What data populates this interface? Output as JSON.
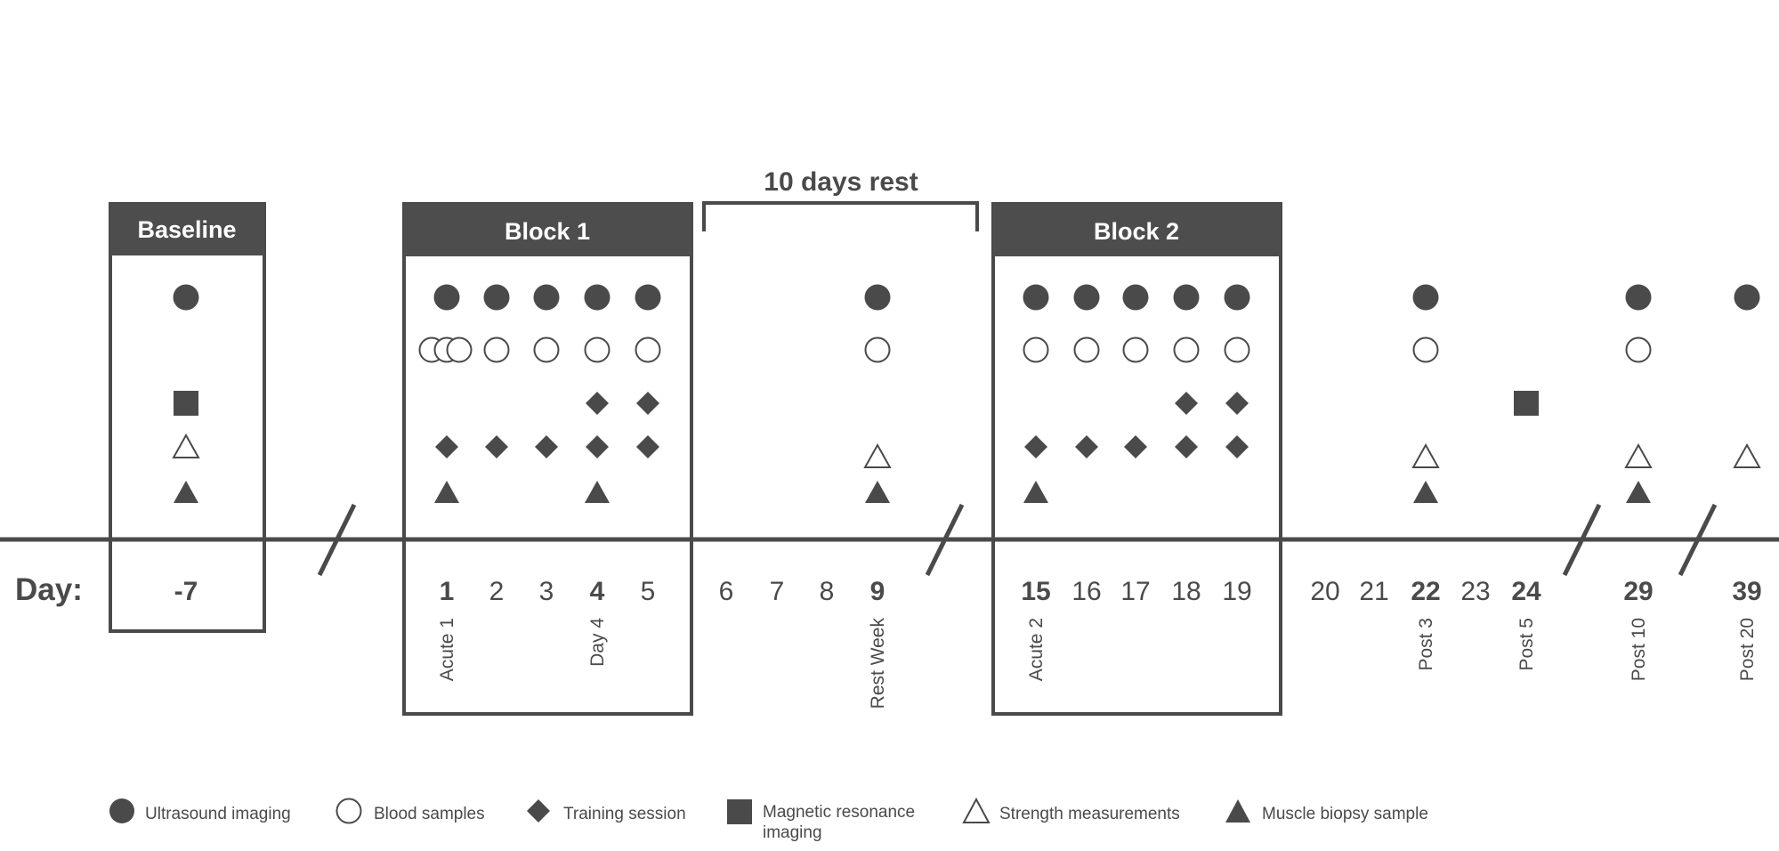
{
  "colors": {
    "ink": "#4a4a4a",
    "header_fill": "#4d4d4d",
    "background": "#ffffff"
  },
  "headers": {
    "baseline": "Baseline",
    "block1": "Block 1",
    "block2": "Block 2",
    "rest": "10 days rest"
  },
  "day_label": "Day:",
  "days": [
    {
      "label": "-7",
      "bold": true
    },
    {
      "label": "1",
      "bold": true
    },
    {
      "label": "2",
      "bold": false
    },
    {
      "label": "3",
      "bold": false
    },
    {
      "label": "4",
      "bold": true
    },
    {
      "label": "5",
      "bold": false
    },
    {
      "label": "6",
      "bold": false
    },
    {
      "label": "7",
      "bold": false
    },
    {
      "label": "8",
      "bold": false
    },
    {
      "label": "9",
      "bold": true
    },
    {
      "label": "15",
      "bold": true
    },
    {
      "label": "16",
      "bold": false
    },
    {
      "label": "17",
      "bold": false
    },
    {
      "label": "18",
      "bold": false
    },
    {
      "label": "19",
      "bold": false
    },
    {
      "label": "20",
      "bold": false
    },
    {
      "label": "21",
      "bold": false
    },
    {
      "label": "22",
      "bold": true
    },
    {
      "label": "23",
      "bold": false
    },
    {
      "label": "24",
      "bold": true
    },
    {
      "label": "29",
      "bold": true
    },
    {
      "label": "39",
      "bold": true
    }
  ],
  "day_notes": [
    {
      "day": "1",
      "text": "Acute 1"
    },
    {
      "day": "4",
      "text": "Day 4"
    },
    {
      "day": "9",
      "text": "Rest Week"
    },
    {
      "day": "15",
      "text": "Acute 2"
    },
    {
      "day": "22",
      "text": "Post 3"
    },
    {
      "day": "24",
      "text": "Post 5"
    },
    {
      "day": "29",
      "text": "Post 10"
    },
    {
      "day": "39",
      "text": "Post 20"
    }
  ],
  "events": [
    {
      "day": "-7",
      "items": [
        "ultrasound",
        "mri",
        "strength",
        "biopsy"
      ]
    },
    {
      "day": "1",
      "items": [
        "ultrasound",
        "blood-x3",
        "training",
        "biopsy"
      ]
    },
    {
      "day": "2",
      "items": [
        "ultrasound",
        "blood",
        "training"
      ]
    },
    {
      "day": "3",
      "items": [
        "ultrasound",
        "blood",
        "training"
      ]
    },
    {
      "day": "4",
      "items": [
        "ultrasound",
        "blood",
        "training-x2",
        "biopsy"
      ]
    },
    {
      "day": "5",
      "items": [
        "ultrasound",
        "blood",
        "training-x2"
      ]
    },
    {
      "day": "9",
      "items": [
        "ultrasound",
        "blood",
        "strength",
        "biopsy"
      ]
    },
    {
      "day": "15",
      "items": [
        "ultrasound",
        "blood",
        "training",
        "biopsy"
      ]
    },
    {
      "day": "16",
      "items": [
        "ultrasound",
        "blood",
        "training"
      ]
    },
    {
      "day": "17",
      "items": [
        "ultrasound",
        "blood",
        "training"
      ]
    },
    {
      "day": "18",
      "items": [
        "ultrasound",
        "blood",
        "training-x2"
      ]
    },
    {
      "day": "19",
      "items": [
        "ultrasound",
        "blood",
        "training-x2"
      ]
    },
    {
      "day": "22",
      "items": [
        "ultrasound",
        "blood",
        "strength",
        "biopsy"
      ]
    },
    {
      "day": "24",
      "items": [
        "mri"
      ]
    },
    {
      "day": "29",
      "items": [
        "ultrasound",
        "blood",
        "strength",
        "biopsy"
      ]
    },
    {
      "day": "39",
      "items": [
        "ultrasound",
        "strength"
      ]
    }
  ],
  "legend": [
    {
      "symbol": "filled-circle",
      "label": "Ultrasound imaging"
    },
    {
      "symbol": "open-circle",
      "label": "Blood samples"
    },
    {
      "symbol": "filled-diamond",
      "label": "Training session"
    },
    {
      "symbol": "filled-square",
      "label": "Magnetic resonance imaging"
    },
    {
      "symbol": "open-triangle",
      "label": "Strength measurements"
    },
    {
      "symbol": "filled-triangle",
      "label": "Muscle biopsy sample"
    }
  ]
}
